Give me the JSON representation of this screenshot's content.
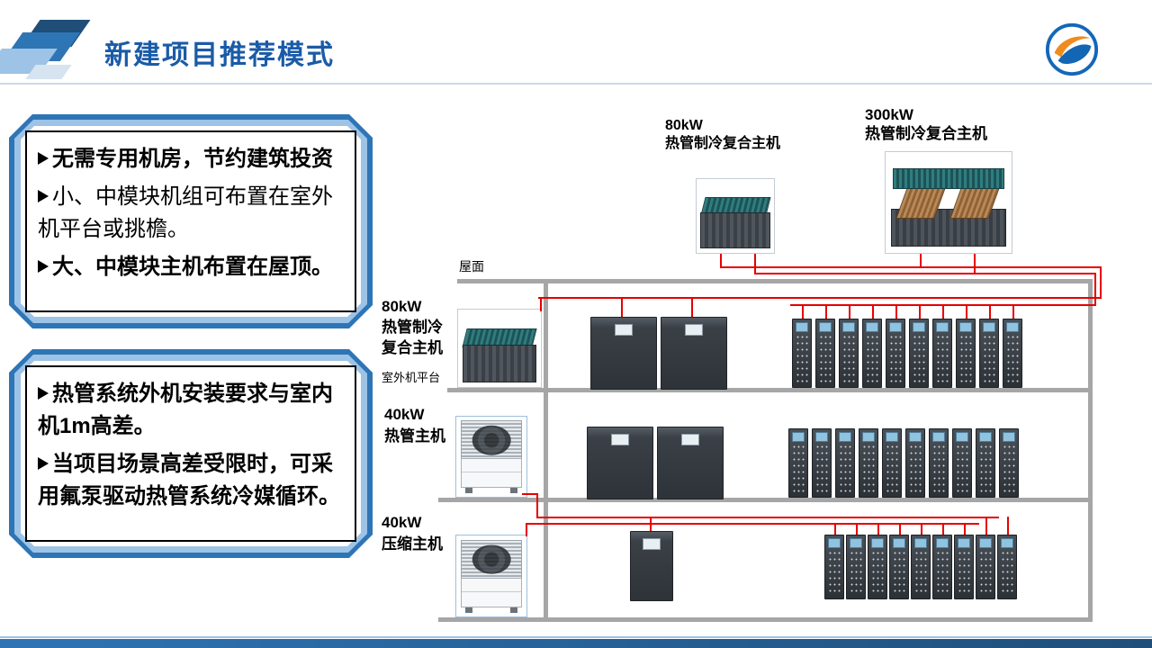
{
  "header": {
    "title": "新建项目推荐模式"
  },
  "info_boxes": [
    {
      "bullet_char": "➢",
      "items": [
        {
          "text": "无需专用机房，节约建筑投资",
          "bold": true
        },
        {
          "text": "小、中模块机组可布置在室外机平台或挑檐。",
          "bold": false
        },
        {
          "text": "大、中模块主机布置在屋顶。",
          "bold": true
        }
      ]
    },
    {
      "bullet_char": "➢",
      "items": [
        {
          "text": "热管系统外机安装要求与室内机1m高差。",
          "bold": true
        },
        {
          "text": "当项目场景高差受限时，可采用氟泵驱动热管系统冷媒循环。",
          "bold": true
        }
      ]
    }
  ],
  "diagram": {
    "roof_label": "屋面",
    "platform_label": "室外机平台",
    "roof_units": [
      {
        "power": "80kW",
        "name": "热管制冷复合主机"
      },
      {
        "power": "300kW",
        "name": "热管制冷复合主机"
      }
    ],
    "floor_units": [
      {
        "power": "80kW",
        "name_lines": [
          "热管制冷",
          "复合主机"
        ]
      },
      {
        "power": "40kW",
        "name_lines": [
          "热管主机"
        ]
      },
      {
        "power": "40kW",
        "name_lines": [
          "压缩主机"
        ]
      }
    ],
    "rack_counts": {
      "floor1": 10,
      "floor2": 10,
      "floor3": 9
    }
  },
  "colors": {
    "title-blue": "#1a5ba8",
    "frame-blue": "#2e75b6",
    "frame-light": "#9dc3e6",
    "pipe-red": "#e60000",
    "structure-gray": "#a6a6a6",
    "footer-blue": "#2e74b5",
    "footer-dark": "#1f4e79",
    "logo-orange": "#f08c1e",
    "logo-blue": "#1266b4"
  }
}
